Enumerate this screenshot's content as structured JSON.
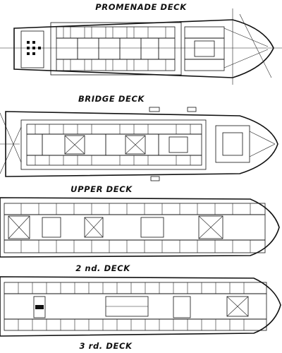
{
  "diagram": {
    "decks": [
      {
        "id": "promenade",
        "label": "PROMENADE DECK"
      },
      {
        "id": "bridge",
        "label": "BRIDGE DECK"
      },
      {
        "id": "upper",
        "label": "UPPER DECK"
      },
      {
        "id": "second",
        "label": "2 nd. DECK"
      },
      {
        "id": "third",
        "label": "3 rd. DECK"
      }
    ]
  }
}
